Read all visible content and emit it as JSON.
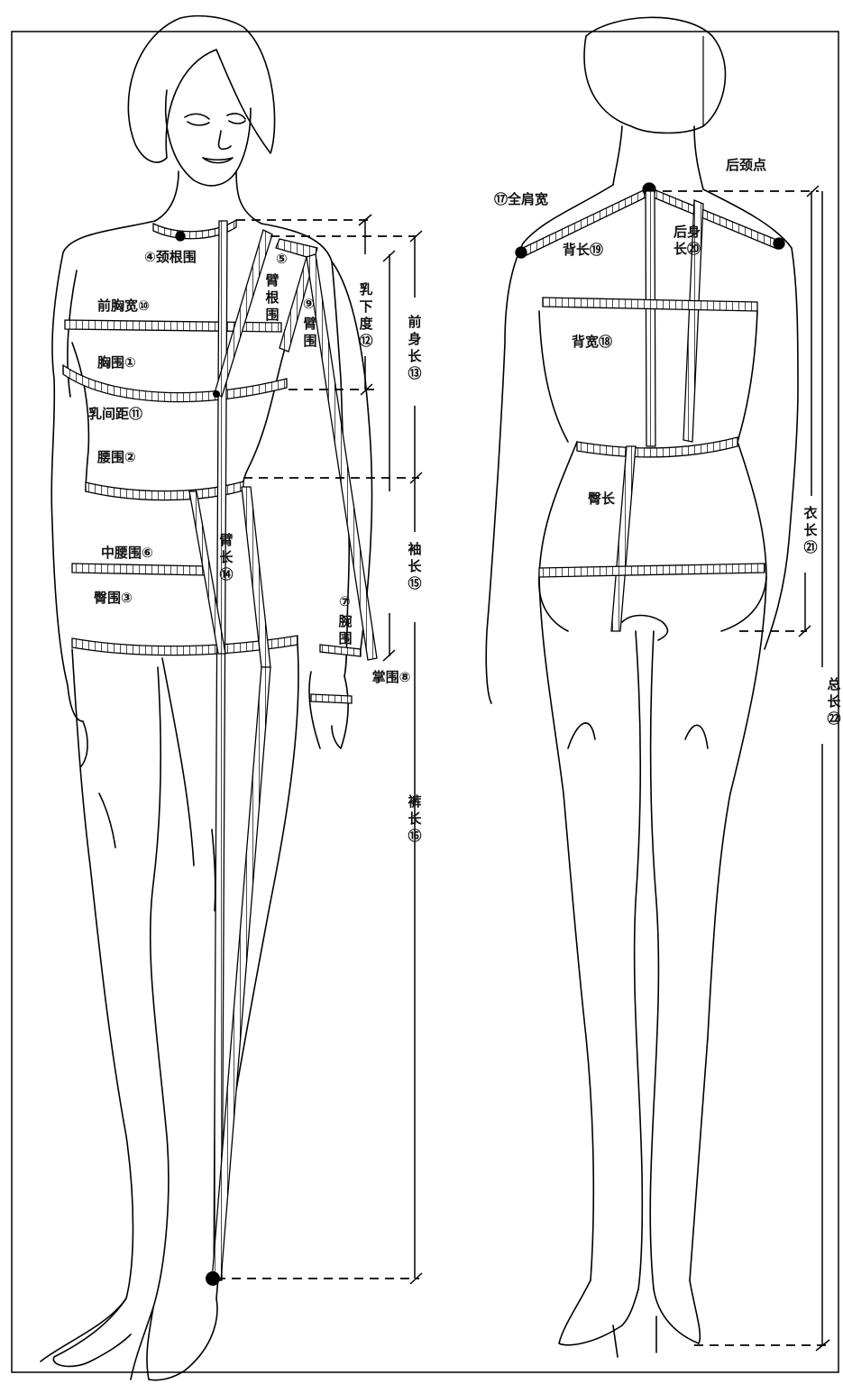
{
  "front": {
    "neck_base": "④颈根围",
    "front_chest_width": "前胸宽⑩",
    "bust": "胸围①",
    "bust_point_distance": "乳间距⑪",
    "waist": "腰围②",
    "mid_waist": "中腰围⑥",
    "hip": "臀围③",
    "armhole_num": "⑤",
    "armhole": "臂根围",
    "upper_arm_num": "⑨",
    "upper_arm": "臂围",
    "bust_depth": "乳下度⑫",
    "front_length": "前身长⑬",
    "arm_length": "臂长⑭",
    "sleeve_length": "袖长⑮",
    "wrist_num": "⑦",
    "wrist": "腕围",
    "palm": "掌围⑧",
    "trouser_length": "裤长⑯"
  },
  "back": {
    "back_neck_point": "后颈点",
    "shoulder_width": "⑰全肩宽",
    "back_length": "背长⑲",
    "back_body_length": "后身长⑳",
    "back_width": "背宽⑱",
    "hip_length": "臀长",
    "garment_length": "衣长㉑",
    "total_length": "总长㉒"
  }
}
